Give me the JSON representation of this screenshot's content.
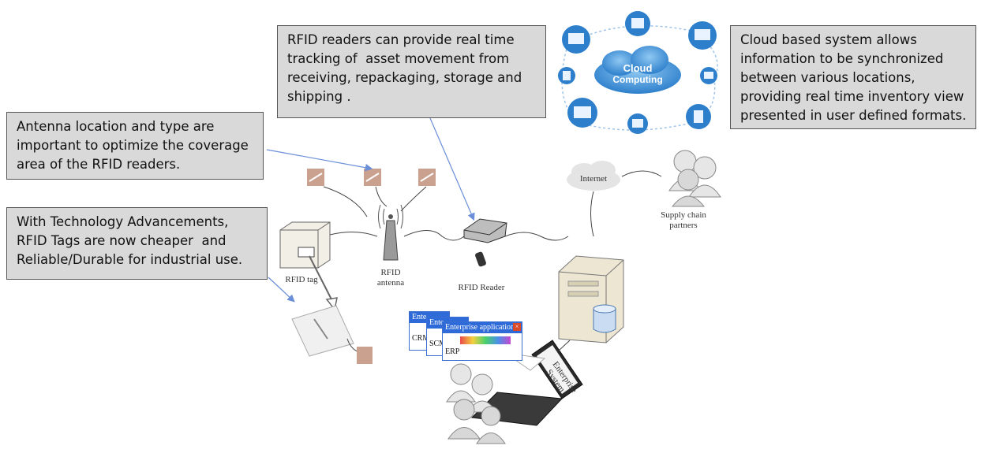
{
  "callouts": {
    "antenna": [
      "Antenna location and type are",
      "important to optimize the coverage",
      "area of the RFID readers."
    ],
    "reader": [
      "RFID readers can provide real time",
      "tracking of  asset movement from",
      "receiving, repackaging, storage and",
      "shipping ."
    ],
    "cloud": [
      "Cloud based system allows",
      "information to be synchronized",
      "between various locations,",
      "providing real time inventory view",
      "presented in user defined formats."
    ],
    "tags": [
      "With Technology Advancements,",
      "RFID Tags are now cheaper  and",
      "Reliable/Durable for industrial use."
    ]
  },
  "labels": {
    "cloud_line1": "Cloud",
    "cloud_line2": "Computing",
    "internet": "Internet",
    "supply1": "Supply chain",
    "supply2": "partners",
    "rfid_tag": "RFID tag",
    "rfid_antenna1": "RFID",
    "rfid_antenna2": "antenna",
    "rfid_reader": "RFID Reader",
    "ent_system1": "Enterprise",
    "ent_system2": "System"
  },
  "windows": {
    "w1_title": "Ente",
    "w1_body": "CRM",
    "w2_title": "Ente",
    "w2_body": "SCM",
    "w3_title": "Enterprise application",
    "w3_body": "ERP"
  },
  "colors": {
    "callout_bg": "#d9d9d9",
    "cloud_blue": "#3d8fd6",
    "window_blue": "#2f6bd8",
    "arrow_blue": "#6a8fd8"
  }
}
